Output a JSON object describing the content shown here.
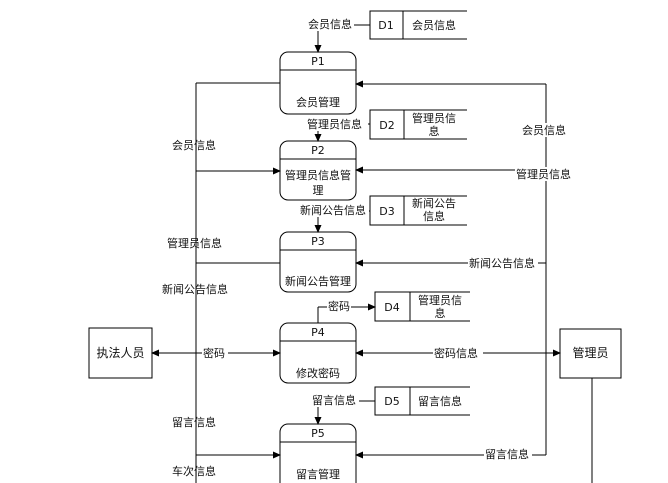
{
  "entities": {
    "left": "执法人员",
    "right": "管理员"
  },
  "processes": [
    {
      "id": "P1",
      "name": "会员管理"
    },
    {
      "id": "P2",
      "name": "管理员信息管理"
    },
    {
      "id": "P3",
      "name": "新闻公告管理"
    },
    {
      "id": "P4",
      "name": "修改密码"
    },
    {
      "id": "P5",
      "name": "留言管理"
    }
  ],
  "stores": [
    {
      "id": "D1",
      "name": "会员信息"
    },
    {
      "id": "D2",
      "name": "管理员信息"
    },
    {
      "id": "D3",
      "name": "新闻公告信息"
    },
    {
      "id": "D4",
      "name": "管理员信息"
    },
    {
      "id": "D5",
      "name": "留言信息"
    }
  ],
  "flows": {
    "d1_p1": "会员信息",
    "d2_p2": "管理员信息",
    "d3_p3": "新闻公告信息",
    "p4_d4": "密码",
    "d5_p5": "留言信息",
    "left_p1": "会员信息",
    "left_p2": "管理员信息",
    "left_p3": "新闻公告信息",
    "left_p4": "密码",
    "left_p5a": "留言信息",
    "left_p5b": "车次信息",
    "right_p1": "会员信息",
    "right_p2": "管理员信息",
    "right_p3": "新闻公告信息",
    "right_p4": "密码信息",
    "right_p5": "留言信息"
  }
}
